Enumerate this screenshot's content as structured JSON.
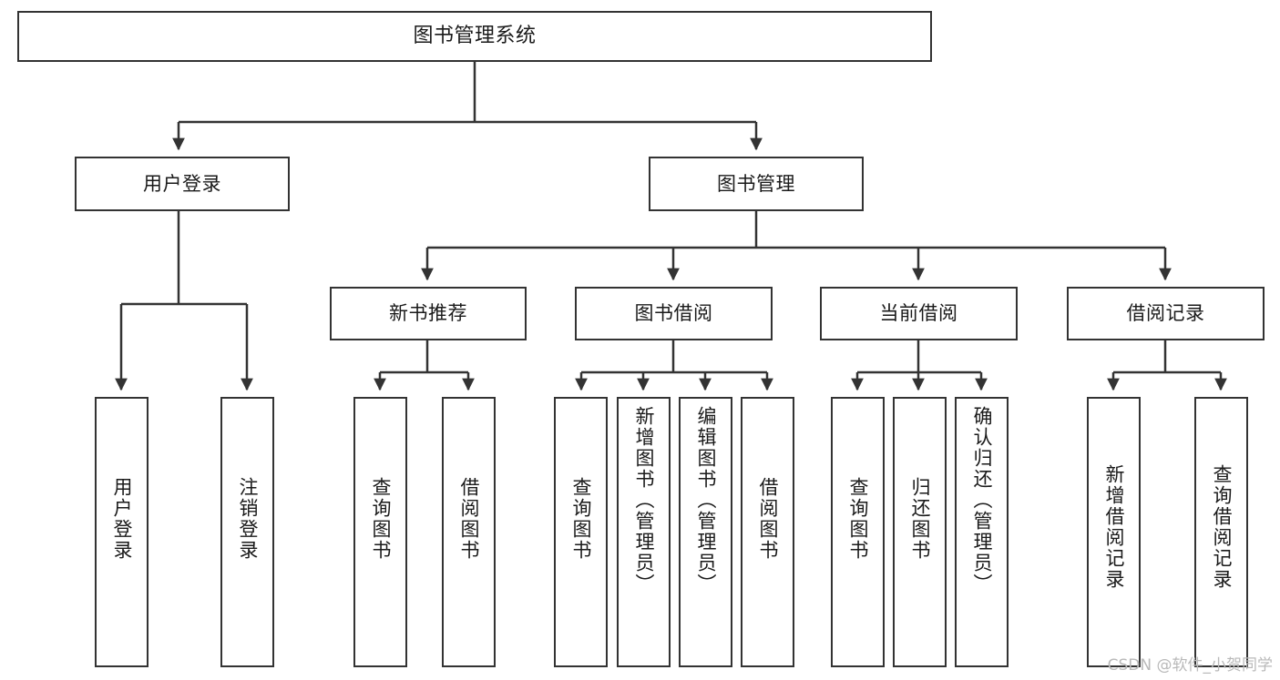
{
  "diagram": {
    "type": "tree",
    "title": "图书管理系统",
    "style": {
      "box_border_color": "#333333",
      "box_fill_color": "#ffffff",
      "edge_color": "#333333",
      "text_color": "#1a1a1a",
      "background": "#ffffff",
      "watermark_color": "#b9b9b9"
    },
    "root": {
      "label": "图书管理系统"
    },
    "level1": [
      {
        "label": "用户登录"
      },
      {
        "label": "图书管理"
      }
    ],
    "level2": [
      {
        "label": "新书推荐"
      },
      {
        "label": "图书借阅"
      },
      {
        "label": "当前借阅"
      },
      {
        "label": "借阅记录"
      }
    ],
    "leaves": {
      "user_login": [
        {
          "label": "用户登录"
        },
        {
          "label": "注销登录"
        }
      ],
      "new_book_recommend": [
        {
          "label": "查询图书"
        },
        {
          "label": "借阅图书"
        }
      ],
      "book_borrow": [
        {
          "label": "查询图书"
        },
        {
          "label": "新增图书（管理员）"
        },
        {
          "label": "编辑图书（管理员）"
        },
        {
          "label": "借阅图书"
        }
      ],
      "current_borrow": [
        {
          "label": "查询图书"
        },
        {
          "label": "归还图书"
        },
        {
          "label": "确认归还（管理员）"
        }
      ],
      "borrow_record": [
        {
          "label": "新增借阅记录"
        },
        {
          "label": "查询借阅记录"
        }
      ]
    }
  },
  "watermark": {
    "text": "CSDN @软件_小贺同学"
  }
}
